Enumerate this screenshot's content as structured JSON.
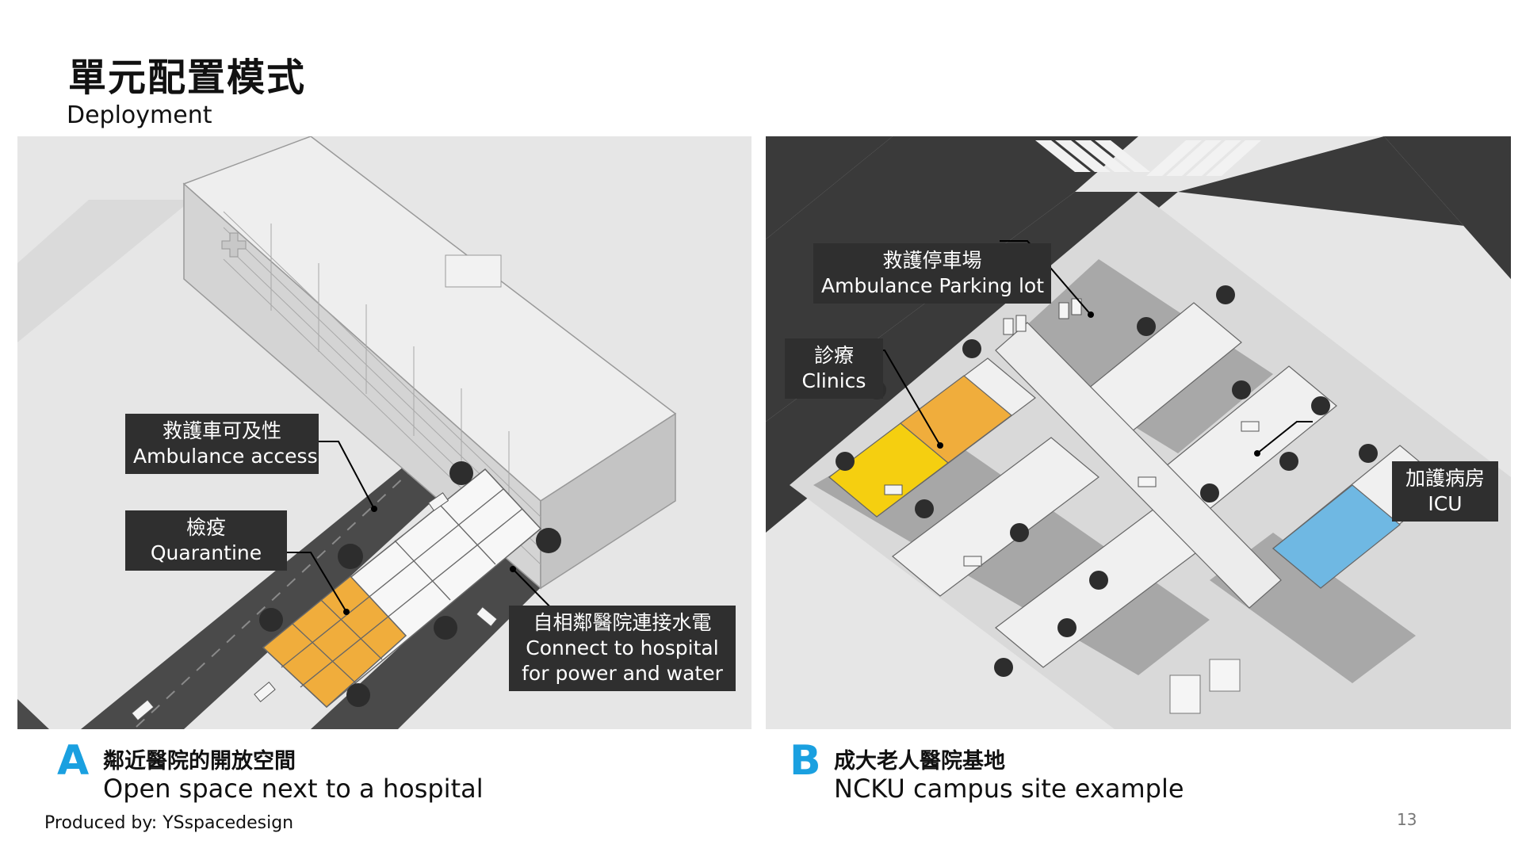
{
  "header": {
    "title": "單元配置模式",
    "subtitle": "Deployment"
  },
  "panel_a": {
    "letter": "A",
    "caption_zh": "鄰近醫院的開放空間",
    "caption_en": "Open space next to a hospital",
    "callouts": {
      "ambulance_access": {
        "zh": "救護車可及性",
        "en": "Ambulance access"
      },
      "quarantine": {
        "zh": "檢疫",
        "en": "Quarantine"
      },
      "connect": {
        "zh": "自相鄰醫院連接水電",
        "en1": "Connect to hospital",
        "en2": "for power and water"
      }
    },
    "colors": {
      "quarantine": "#f0ad3c"
    }
  },
  "panel_b": {
    "letter": "B",
    "caption_zh": "成大老人醫院基地",
    "caption_en": "NCKU campus site example",
    "callouts": {
      "parking": {
        "zh": "救護停車場",
        "en": "Ambulance Parking lot"
      },
      "clinics": {
        "zh": "診療",
        "en": "Clinics"
      },
      "icu": {
        "zh": "加護病房",
        "en": "ICU"
      }
    },
    "colors": {
      "clinics": "#f5cf10",
      "clinics_alt": "#f0ad3c",
      "icu": "#6fb8e3"
    }
  },
  "footer": {
    "credit": "Produced by: YSspacedesign",
    "page": "13"
  },
  "theme": {
    "accent": "#1aa0e0",
    "callout_bg": "#2f2f2f"
  }
}
